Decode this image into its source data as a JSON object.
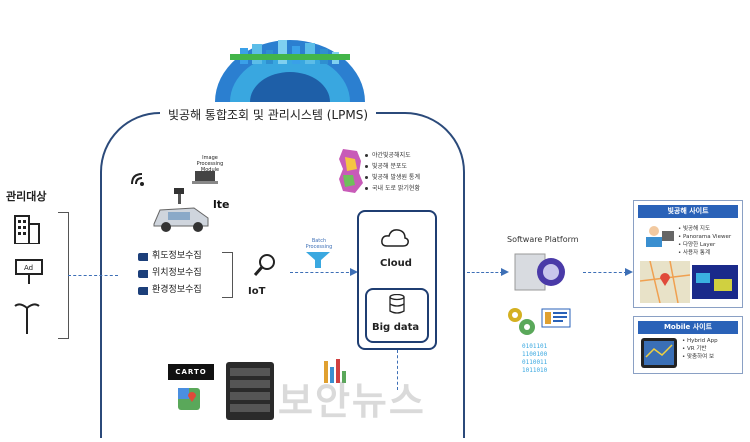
{
  "system_title": "빛공해 통합조회 및 관리시스템 (LPMS)",
  "left": {
    "title": "관리대상"
  },
  "sources": {
    "image_processing_module": "Image Processing Module",
    "lte": "lte",
    "collect_items": [
      "휘도정보수집",
      "위치정보수집",
      "환경정보수집"
    ],
    "iot": "IoT",
    "batch": "Batch Processing"
  },
  "stats_list": [
    "야간빛공해지도",
    "빛공해 분포도",
    "빛공해 발생원 통계",
    "국내 도로 밝기현황"
  ],
  "storage": {
    "cloud": "Cloud",
    "big_data": "Big data"
  },
  "bottom_logos": {
    "carto": "CARTO"
  },
  "software_platform": "Software Platform",
  "site_panel": {
    "title": "빛공해 사이트",
    "items": [
      "빛공해 지도",
      "Panorama Viewer",
      "다양한 Layer",
      "사용자 통계"
    ]
  },
  "mobile_panel": {
    "title": "Mobile 사이트",
    "items": [
      "Hybrid App",
      "VR 기반",
      "맞춤하여 보"
    ]
  },
  "watermark": "보안뉴스",
  "colors": {
    "frame": "#2b4a7a",
    "accent": "#2a62b8",
    "dash": "#3d6fb6"
  }
}
